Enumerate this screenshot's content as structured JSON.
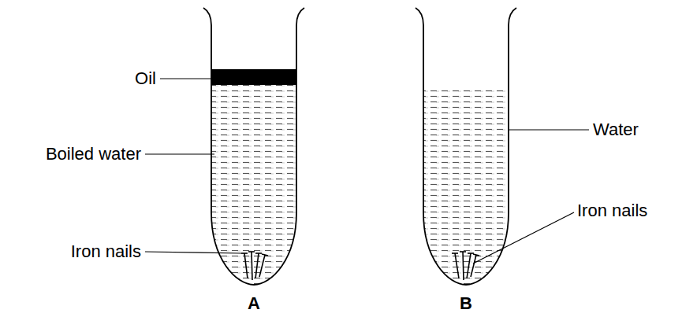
{
  "diagram": {
    "labels": [
      "Oil",
      "Boiled water",
      "Iron nails",
      "A",
      "Water",
      "Iron nails",
      "B"
    ]
  }
}
